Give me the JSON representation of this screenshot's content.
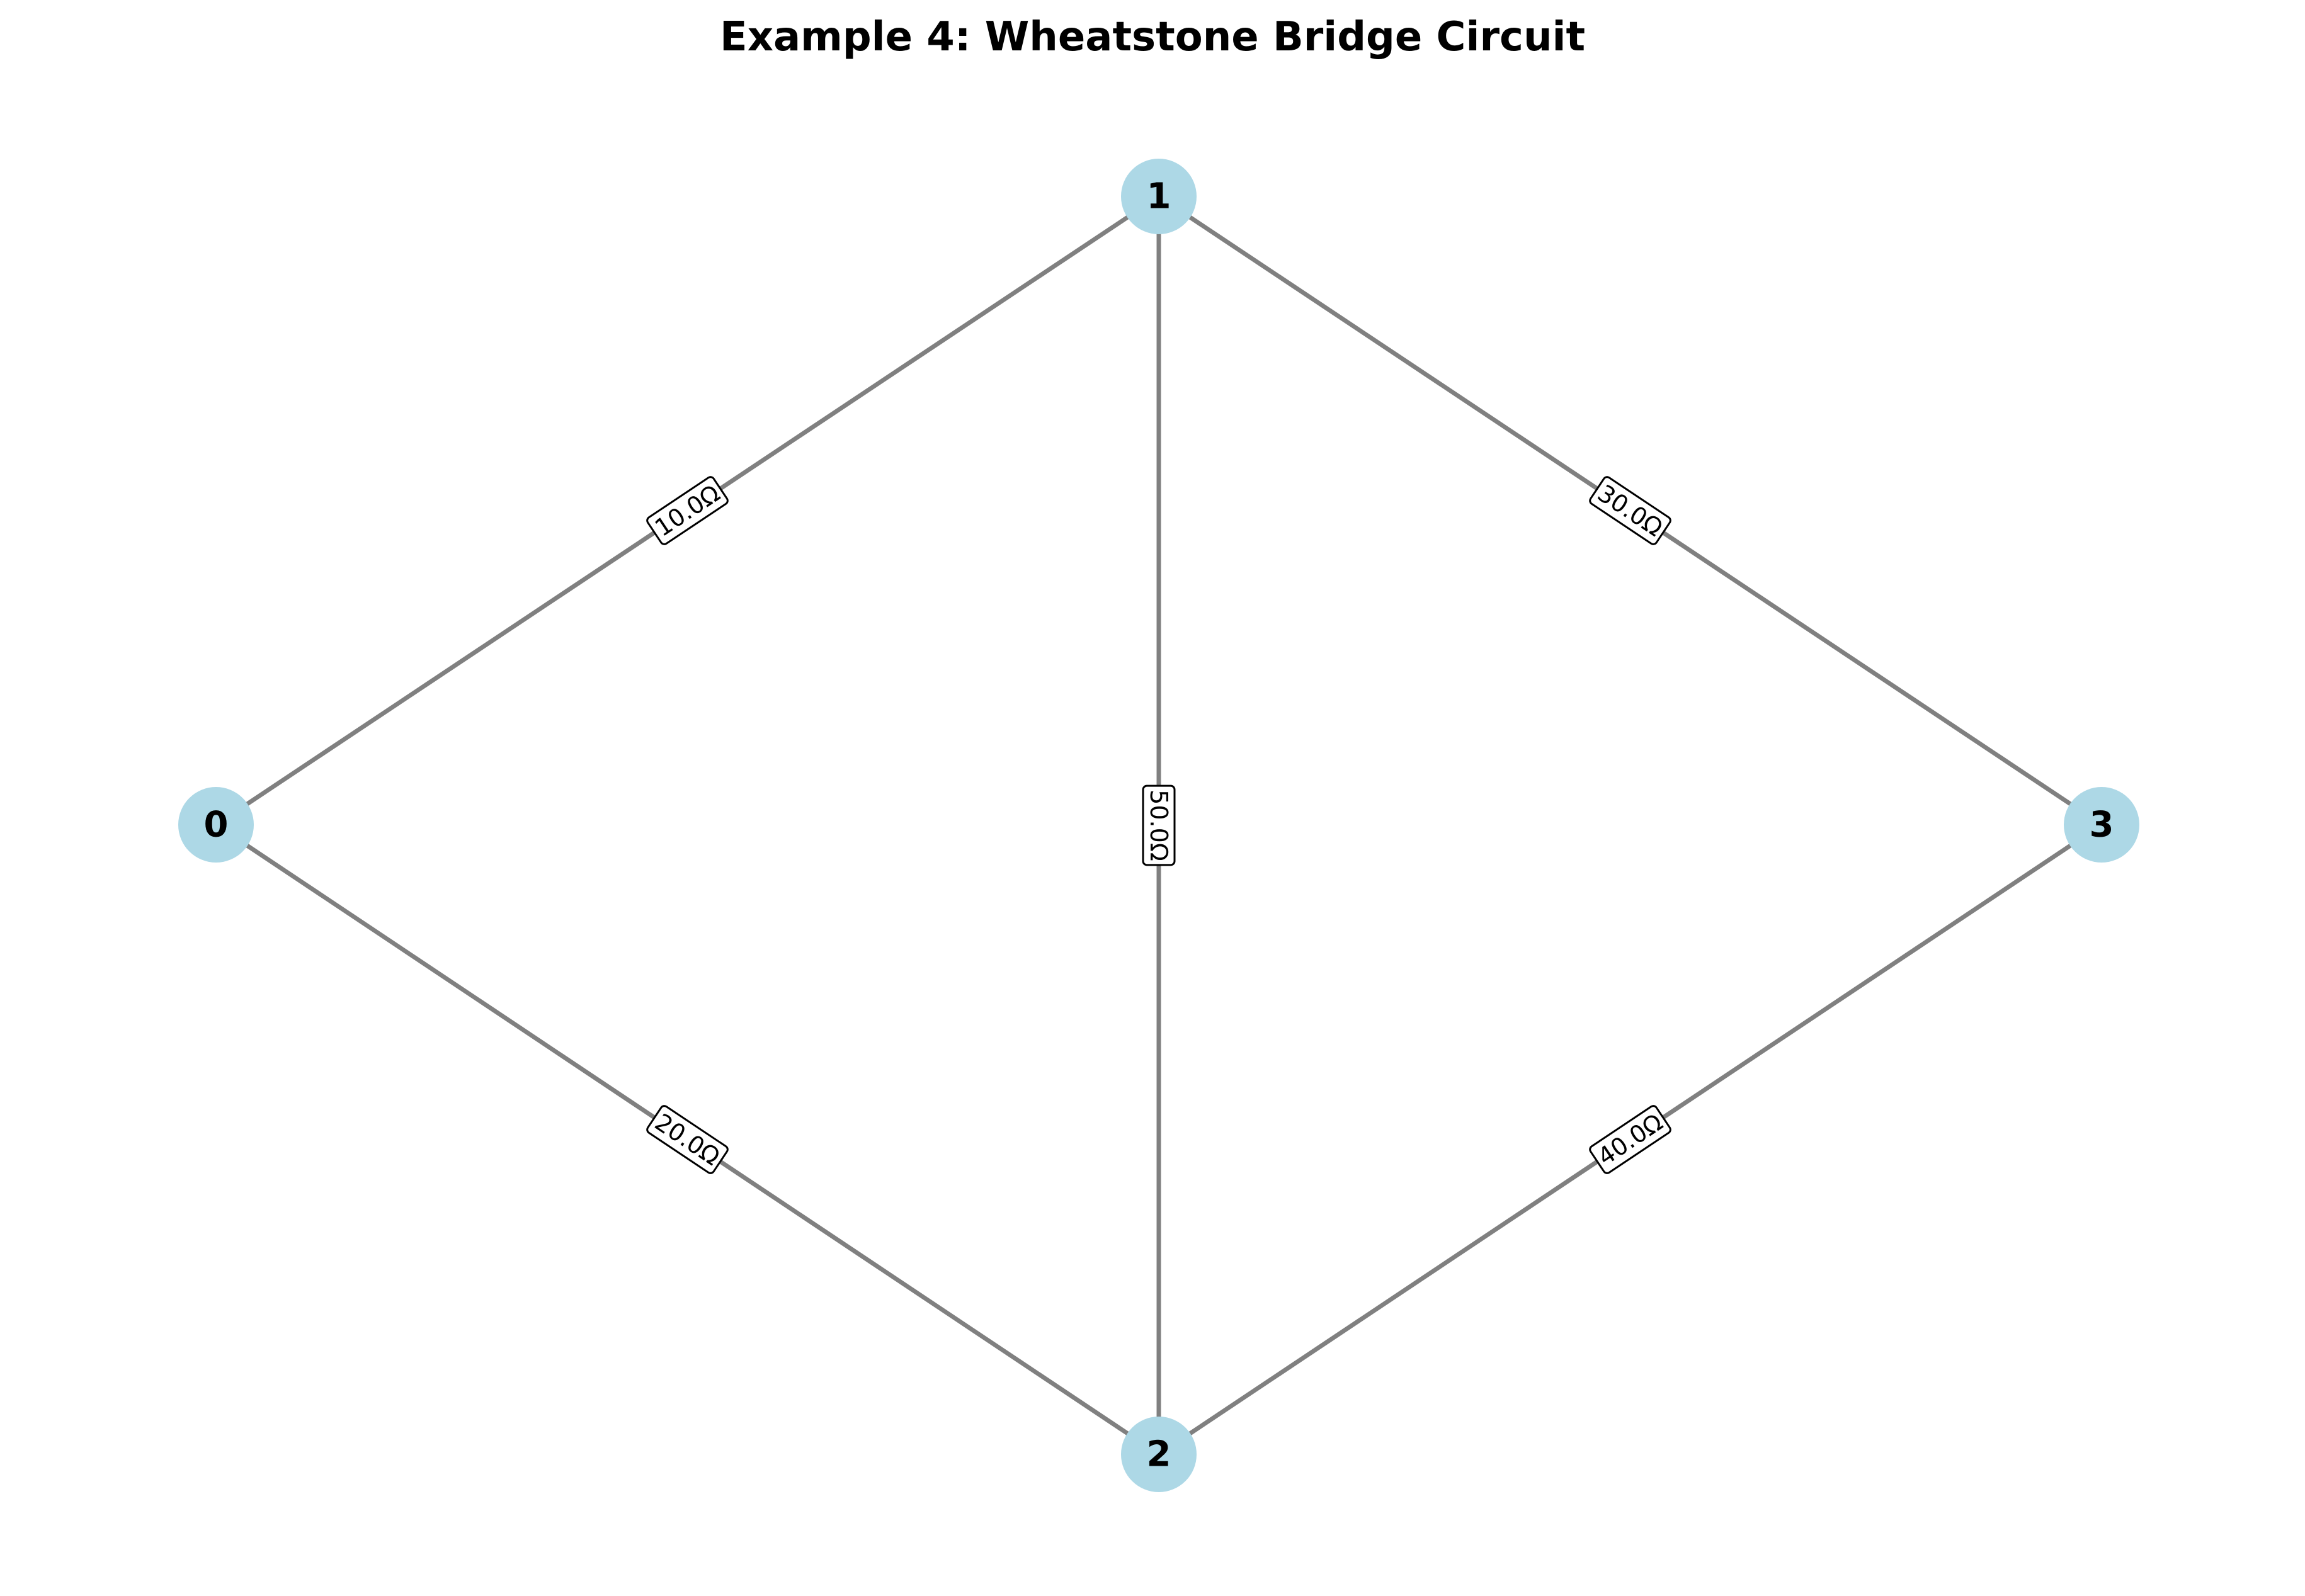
{
  "title": "Example 4: Wheatstone Bridge Circuit",
  "colors": {
    "node_fill": "#add8e6",
    "edge_stroke": "#808080",
    "label_box_fill": "#ffffff",
    "label_box_stroke": "#000000",
    "text": "#000000"
  },
  "nodes": [
    {
      "id": "0",
      "label": "0"
    },
    {
      "id": "1",
      "label": "1"
    },
    {
      "id": "2",
      "label": "2"
    },
    {
      "id": "3",
      "label": "3"
    }
  ],
  "edges": [
    {
      "from": "0",
      "to": "1",
      "label": "10.0Ω"
    },
    {
      "from": "0",
      "to": "2",
      "label": "20.0Ω"
    },
    {
      "from": "1",
      "to": "3",
      "label": "30.0Ω"
    },
    {
      "from": "2",
      "to": "3",
      "label": "40.0Ω"
    },
    {
      "from": "1",
      "to": "2",
      "label": "50.0Ω"
    }
  ]
}
